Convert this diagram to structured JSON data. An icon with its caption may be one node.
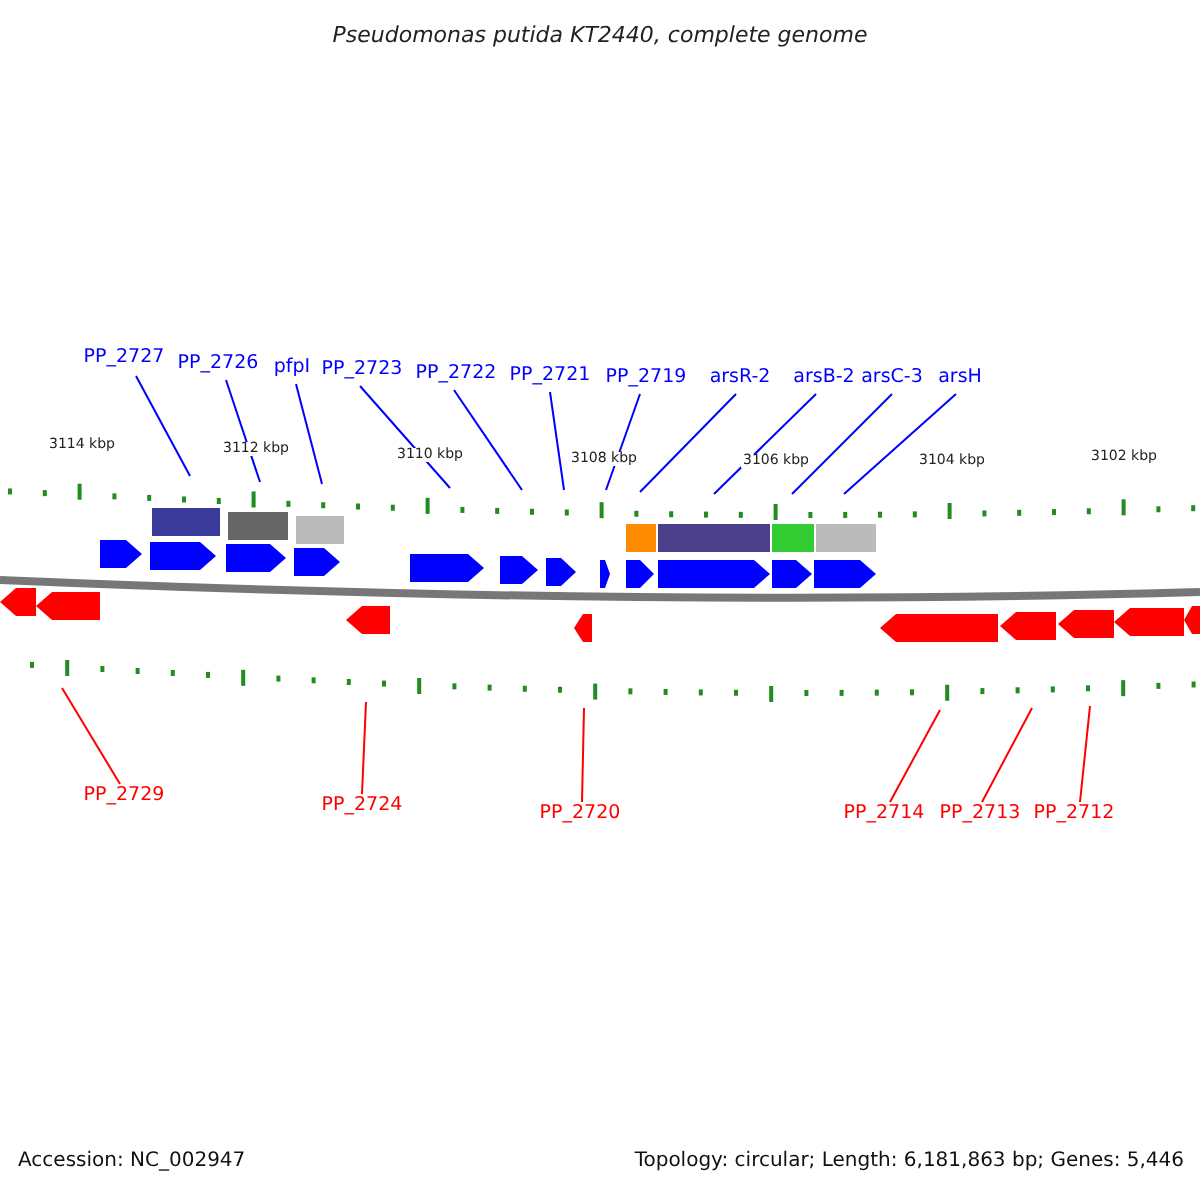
{
  "diagram": {
    "title": "Pseudomonas putida KT2440, complete genome",
    "nodes": [
      {
        "text": [
          "PP_2727"
        ]
      },
      {
        "text": [
          "PP_2726"
        ]
      },
      {
        "text": [
          "pfpI"
        ]
      },
      {
        "text": [
          "PP_2723"
        ]
      },
      {
        "text": [
          "PP_2722"
        ]
      },
      {
        "text": [
          "PP_2721"
        ]
      },
      {
        "text": [
          "PP_2719"
        ]
      },
      {
        "text": [
          "arsR-2"
        ]
      },
      {
        "text": [
          "arsB-2"
        ]
      },
      {
        "text": [
          "arsC-3"
        ]
      },
      {
        "text": [
          "arsH"
        ]
      },
      {
        "text": [
          "PP_2729"
        ]
      },
      {
        "text": [
          "PP_2724"
        ]
      },
      {
        "text": [
          "PP_2720"
        ]
      },
      {
        "text": [
          "PP_2714"
        ]
      },
      {
        "text": [
          "PP_2713"
        ]
      },
      {
        "text": [
          "PP_2712"
        ]
      }
    ],
    "edges": [
      {
        "from": 0,
        "to": null,
        "arrow": "none"
      },
      {
        "from": 1,
        "to": null,
        "arrow": "none"
      },
      {
        "from": 2,
        "to": null,
        "arrow": "none"
      },
      {
        "from": 3,
        "to": null,
        "arrow": "none"
      },
      {
        "from": 4,
        "to": null,
        "arrow": "none"
      },
      {
        "from": 5,
        "to": null,
        "arrow": "none"
      },
      {
        "from": 6,
        "to": null,
        "arrow": "none"
      },
      {
        "from": 7,
        "to": null,
        "arrow": "none"
      },
      {
        "from": 8,
        "to": null,
        "arrow": "none"
      },
      {
        "from": 9,
        "to": null,
        "arrow": "none"
      },
      {
        "from": 10,
        "to": null,
        "arrow": "none"
      },
      {
        "from": 11,
        "to": null,
        "arrow": "none",
        "color": "#ff0000"
      },
      {
        "from": 12,
        "to": null,
        "arrow": "none",
        "color": "#ff0000"
      },
      {
        "from": 13,
        "to": null,
        "arrow": "none",
        "color": "#ff0000"
      },
      {
        "from": 14,
        "to": null,
        "arrow": "none",
        "color": "#ff0000"
      },
      {
        "from": 15,
        "to": null,
        "arrow": "none",
        "color": "#ff0000"
      },
      {
        "from": 16,
        "to": null,
        "arrow": "none",
        "color": "#ff0000"
      }
    ],
    "labels": [
      "3114 kbp",
      "3112 kbp",
      "3110 kbp",
      "3108 kbp",
      "3106 kbp",
      "3104 kbp",
      "3102 kbp",
      "Accession: NC_002947",
      "Topology: circular; Length: 6,181,863 bp; Genes: 5,446"
    ]
  }
}
